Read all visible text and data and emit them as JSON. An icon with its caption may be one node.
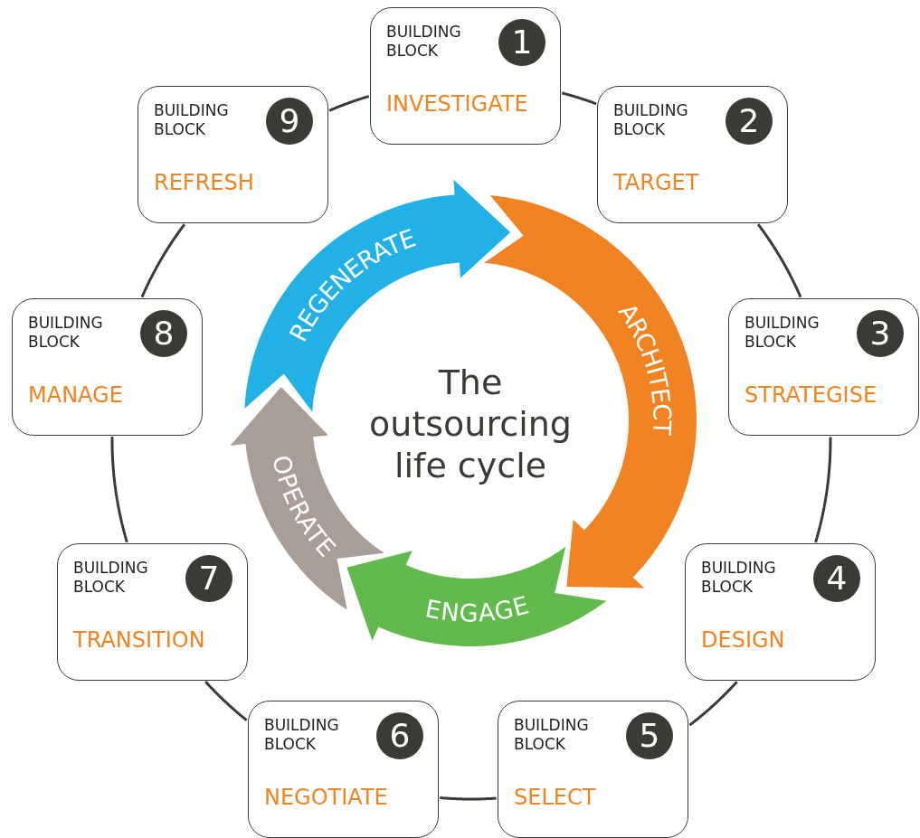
{
  "diagram": {
    "title": "The outsourcing life cycle",
    "nodes": [
      {
        "text": [
          "BUILDING BLOCK",
          "1",
          "INVESTIGATE"
        ]
      },
      {
        "text": [
          "BUILDING BLOCK",
          "2",
          "TARGET"
        ]
      },
      {
        "text": [
          "BUILDING BLOCK",
          "3",
          "STRATEGISE"
        ]
      },
      {
        "text": [
          "BUILDING BLOCK",
          "4",
          "DESIGN"
        ]
      },
      {
        "text": [
          "BUILDING BLOCK",
          "5",
          "SELECT"
        ]
      },
      {
        "text": [
          "BUILDING BLOCK",
          "6",
          "NEGOTIATE"
        ]
      },
      {
        "text": [
          "BUILDING BLOCK",
          "7",
          "TRANSITION"
        ]
      },
      {
        "text": [
          "BUILDING BLOCK",
          "8",
          "MANAGE"
        ]
      },
      {
        "text": [
          "BUILDING BLOCK",
          "9",
          "REFRESH"
        ]
      },
      {
        "text": [
          "REGENERATE"
        ]
      },
      {
        "text": [
          "ARCHITECT"
        ]
      },
      {
        "text": [
          "ENGAGE"
        ]
      },
      {
        "text": [
          "OPERATE"
        ]
      }
    ],
    "edges": [
      {
        "from": 0,
        "to": 1,
        "arrow": "none"
      },
      {
        "from": 1,
        "to": 2,
        "arrow": "none"
      },
      {
        "from": 2,
        "to": 3,
        "arrow": "none"
      },
      {
        "from": 3,
        "to": 4,
        "arrow": "none"
      },
      {
        "from": 4,
        "to": 5,
        "arrow": "none"
      },
      {
        "from": 5,
        "to": 6,
        "arrow": "none"
      },
      {
        "from": 6,
        "to": 7,
        "arrow": "none"
      },
      {
        "from": 7,
        "to": 8,
        "arrow": "none"
      },
      {
        "from": 8,
        "to": 0,
        "arrow": "none"
      }
    ]
  }
}
